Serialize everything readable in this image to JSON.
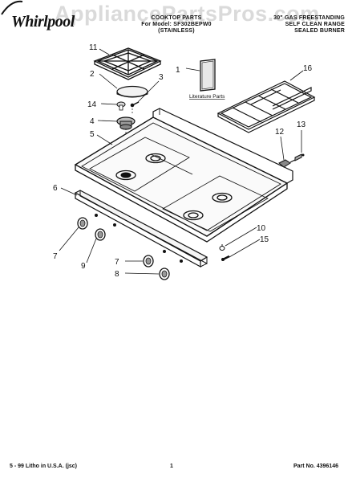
{
  "brand": {
    "name": "Whirlpool"
  },
  "watermark": "AppliancePartsPros.com",
  "header": {
    "center_line1": "COOKTOP PARTS",
    "center_line2": "For Model: SF302BEPW0",
    "center_line3": "(STAINLESS)",
    "right_line1": "30\" GAS FREESTANDING",
    "right_line2": "SELF CLEAN RANGE",
    "right_line3": "SEALED BURNER"
  },
  "literature_label": "Literature Parts",
  "callouts": [
    "11",
    "2",
    "3",
    "1",
    "16",
    "14",
    "4",
    "5",
    "12",
    "13",
    "6",
    "10",
    "15",
    "7",
    "9",
    "7",
    "8"
  ],
  "footer": {
    "left": "5 - 99 Litho in U.S.A. (jsc)",
    "center": "1",
    "right": "Part No. 4396146"
  }
}
